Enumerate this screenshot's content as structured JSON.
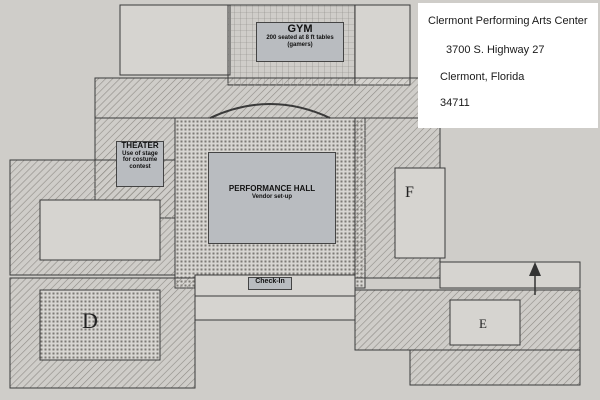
{
  "info_card": {
    "line1": "Clermont Performing Arts Center",
    "line2": "3700 S. Highway 27",
    "line3": "Clermont, Florida",
    "line4": "34711"
  },
  "rooms": {
    "gym_title": "GYM",
    "gym_sub1": "200 seated at 8 ft tables",
    "gym_sub2": "(gamers)",
    "theater_title": "THEATER",
    "theater_sub1": "Use of stage",
    "theater_sub2": "for costume",
    "theater_sub3": "contest",
    "hall_title": "PERFORMANCE HALL",
    "hall_sub": "Vendor set-up",
    "checkin": "Check-In"
  },
  "wing_letters": {
    "d": "D",
    "e": "E",
    "f": "F"
  },
  "colors": {
    "paper": "#cfcdc9",
    "ink": "#3a3a3a",
    "label_fill": "#b9bcc0",
    "hatch": "#8e8b86"
  }
}
